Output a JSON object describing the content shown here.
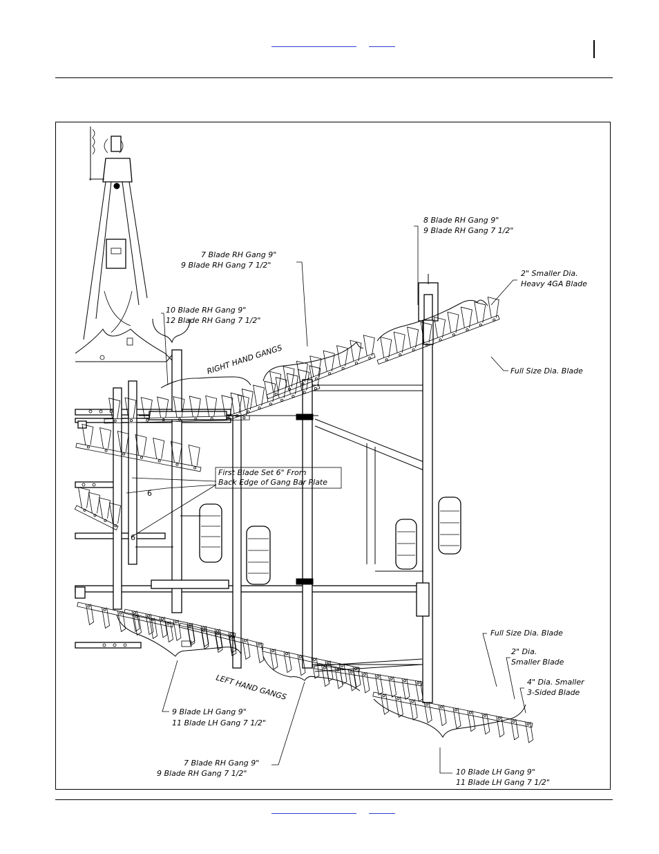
{
  "labels": {
    "rh_gang_8": [
      "8 Blade RH Gang 9\"",
      "9 Blade RH Gang 7 1/2\""
    ],
    "rh_gang_7": [
      "7 Blade RH Gang 9\"",
      "9 Blade RH Gang 7 1/2\""
    ],
    "rh_gang_10": [
      "10 Blade RH Gang 9\"",
      "12 Blade RH Gang 7 1/2\""
    ],
    "heavy_blade": [
      "2\" Smaller Dia.",
      "Heavy 4GA Blade"
    ],
    "full_size_top": "Full Size Dia. Blade",
    "right_hand_gangs": "RIGHT HAND GANGS",
    "first_blade_note": [
      "First Blade Set 6\" From",
      "Back Edge of Gang Bar Plate"
    ],
    "dim_6a": "6",
    "dim_6b": "6",
    "full_size_bottom": "Full Size Dia. Blade",
    "two_inch_smaller": [
      "2\" Dia.",
      "Smaller Blade"
    ],
    "four_inch_smaller": [
      "4\" Dia. Smaller",
      "3-Sided Blade"
    ],
    "left_hand_gangs": "LEFT HAND GANGS",
    "lh_gang_9": [
      "9 Blade LH Gang 9\"",
      "11 Blade LH Gang 7 1/2\""
    ],
    "rh_gang_7_bottom": [
      "7 Blade RH Gang 9\"",
      "9 Blade RH Gang 7 1/2\""
    ],
    "lh_gang_10": [
      "10 Blade LH Gang 9\"",
      "11 Blade LH Gang 7 1/2\""
    ]
  },
  "colors": {
    "link": "#2a3fd0",
    "ink": "#000000"
  }
}
